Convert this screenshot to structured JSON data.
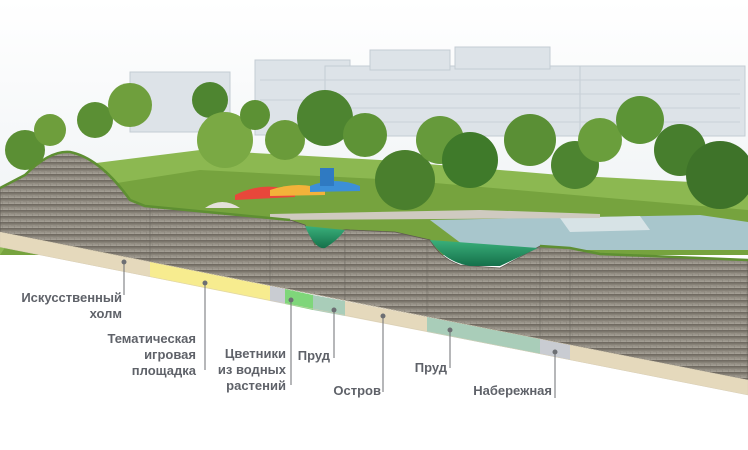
{
  "labels": {
    "hill": [
      "Искусственный",
      "холм"
    ],
    "playground": [
      "Тематическая",
      "игровая",
      "площадка"
    ],
    "flowerbeds": [
      "Цветники",
      "из водных",
      "растений"
    ],
    "pond_1": "Пруд",
    "island": "Остров",
    "pond_2": "Пруд",
    "embankment": "Набережная"
  },
  "colors": {
    "label_text": "#5f6269",
    "leader_line": "#6d6f73",
    "soil_light": "#8f8a80",
    "soil_dark": "#5e5850",
    "strip_beige": "#e5d9bc",
    "strip_yellow": "#f7ec8f",
    "strip_gray": "#c9ccd2",
    "strip_green": "#7fd67a",
    "strip_teal": "#a9cdb9",
    "water": "#1f8e5f",
    "grass": "#7fae47",
    "sky": "#ffffff"
  }
}
